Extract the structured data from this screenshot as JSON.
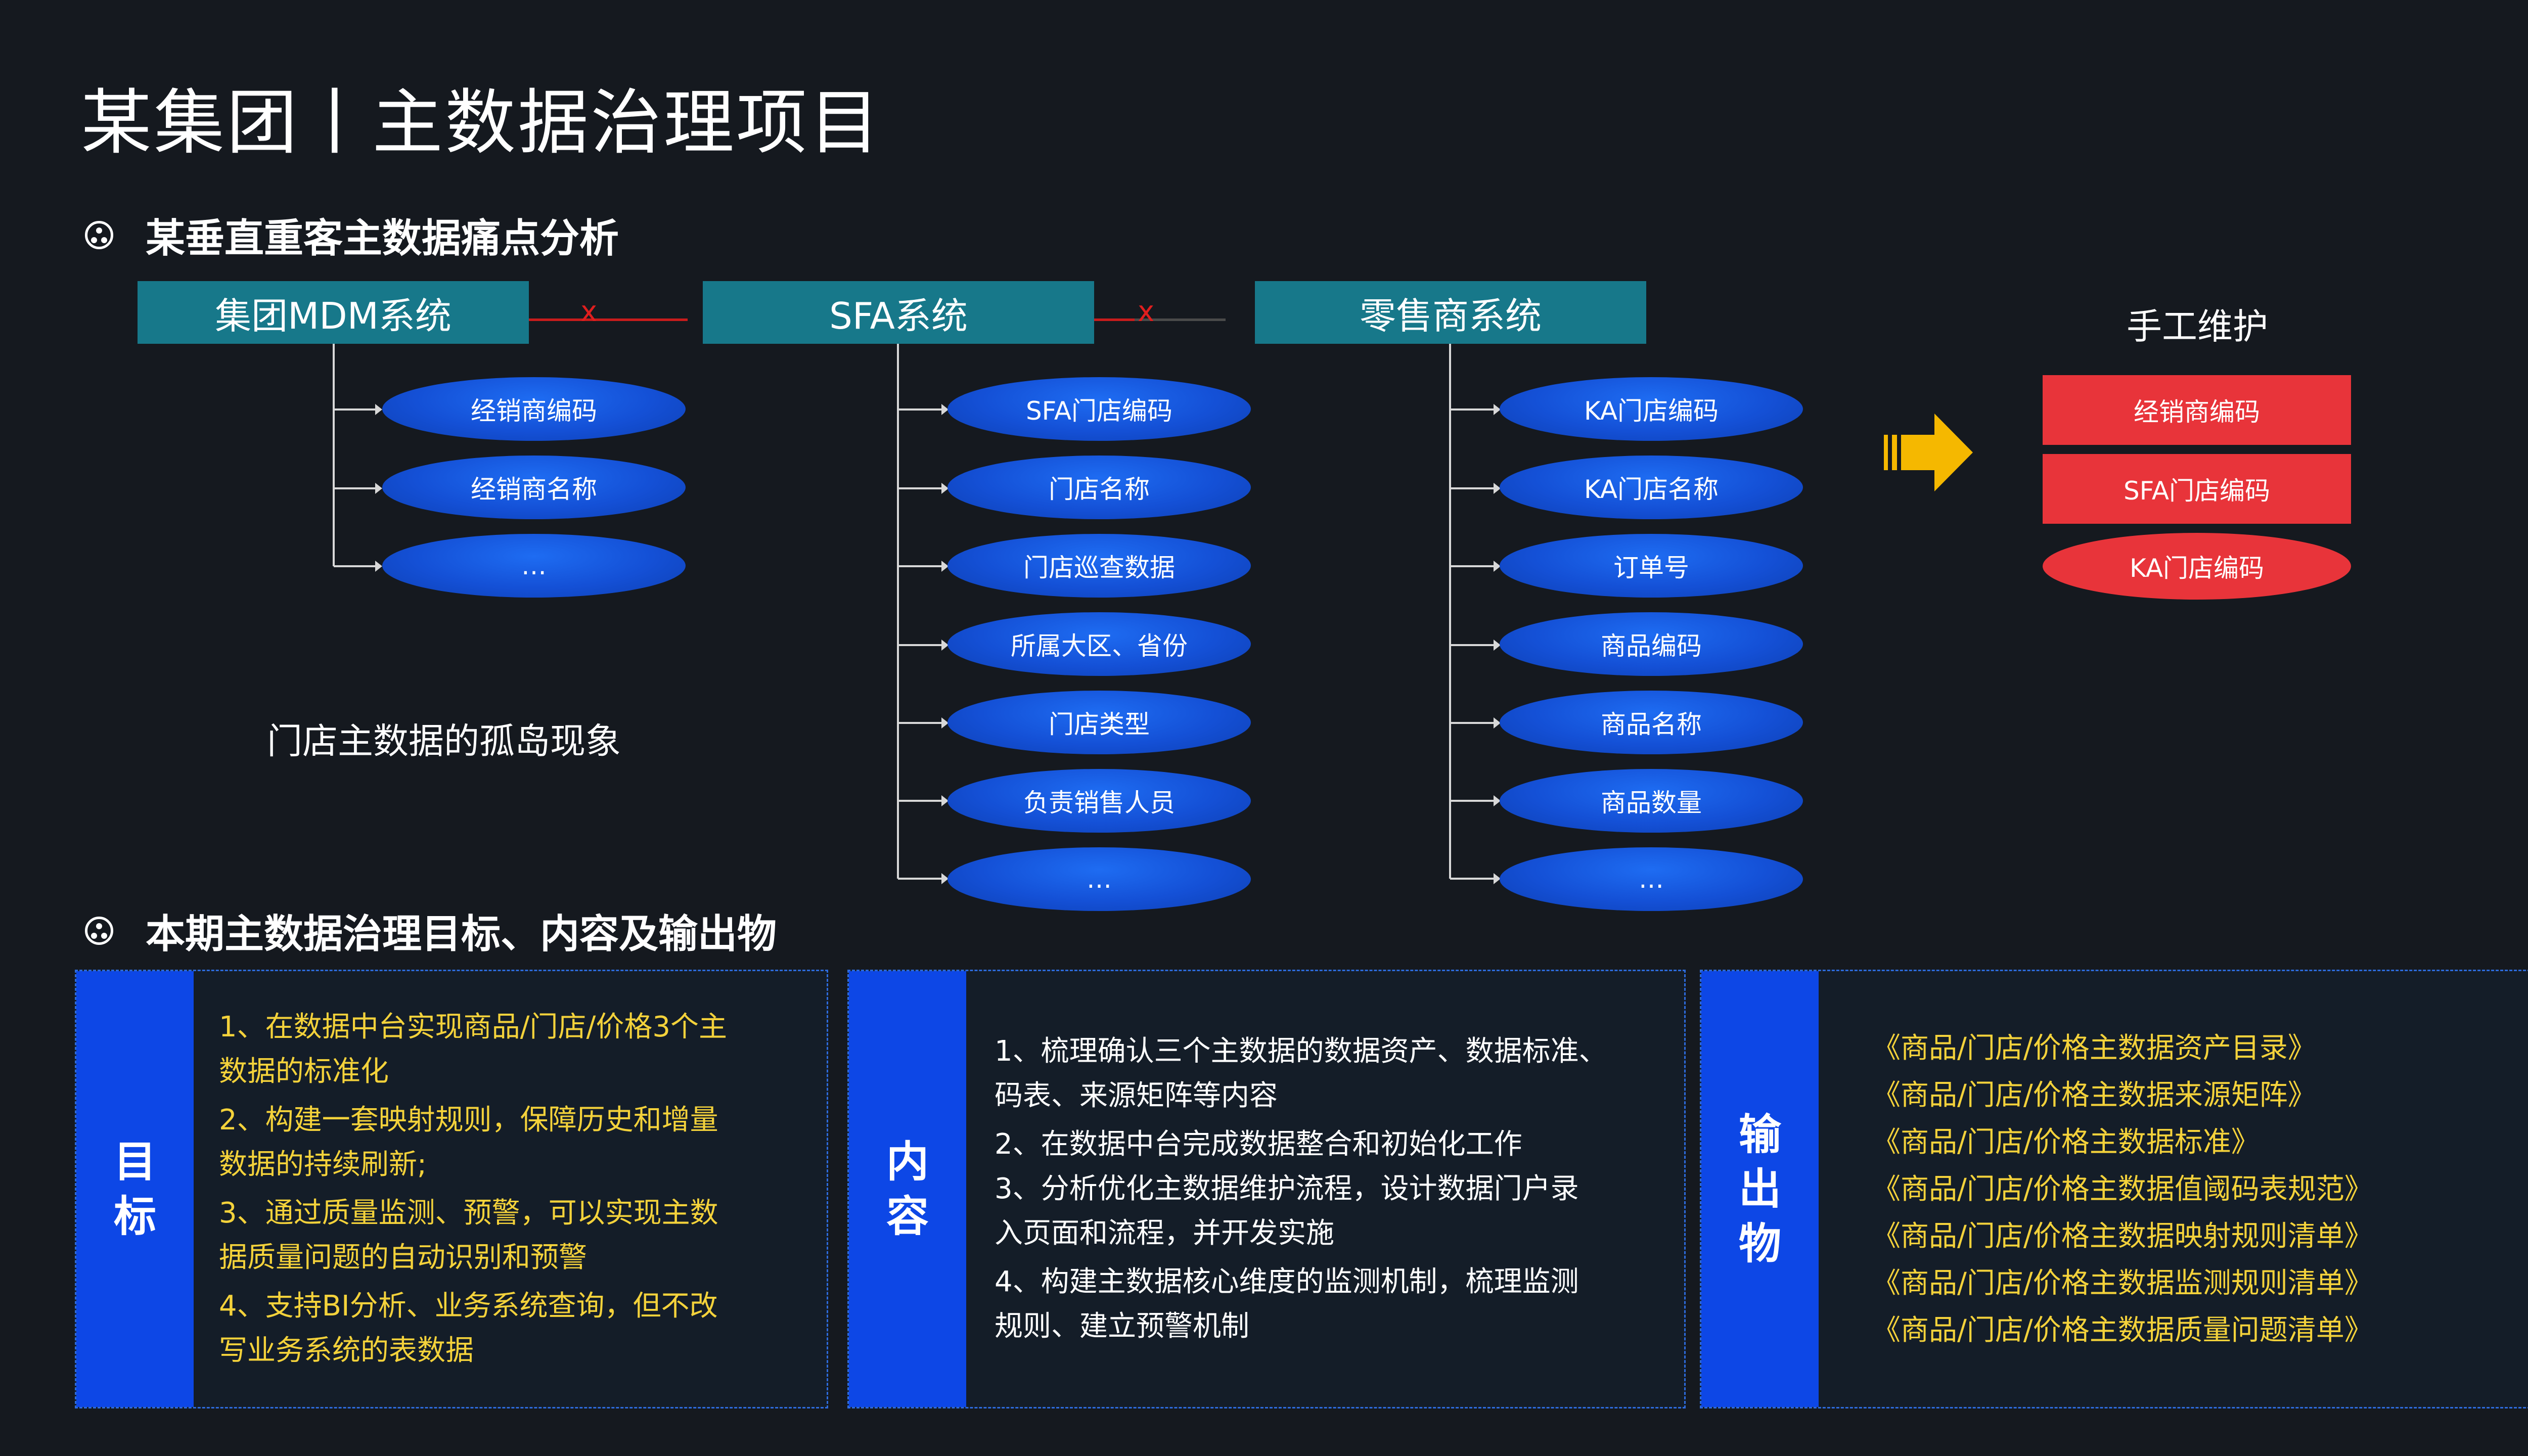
{
  "title": "某集团丨主数据治理项目",
  "section1": {
    "title": "某垂直重客主数据痛点分析"
  },
  "section2": {
    "title": "本期主数据治理目标、内容及输出物"
  },
  "systems": [
    {
      "name": "集团MDM系统",
      "items": [
        "经销商编码",
        "经销商名称",
        "…"
      ]
    },
    {
      "name": "SFA系统",
      "items": [
        "SFA门店编码",
        "门店名称",
        "门店巡查数据",
        "所属大区、省份",
        "门店类型",
        "负责销售人员",
        "…"
      ]
    },
    {
      "name": "零售商系统",
      "items": [
        "KA门店编码",
        "KA门店名称",
        "订单号",
        "商品编码",
        "商品名称",
        "商品数量",
        "…"
      ]
    }
  ],
  "link_marks": [
    "x",
    "x"
  ],
  "island_caption": "门店主数据的孤岛现象",
  "manual": {
    "label": "手工维护",
    "items": [
      "经销商编码",
      "SFA门店编码",
      "KA门店编码"
    ]
  },
  "panels": {
    "goal": {
      "header": "目标",
      "lines": [
        "1、在数据中台实现商品/门店/价格3个主",
        "数据的标准化",
        "2、构建一套映射规则，保障历史和增量",
        "数据的持续刷新;",
        "3、通过质量监测、预警，可以实现主数",
        "据质量问题的自动识别和预警",
        "4、支持BI分析、业务系统查询，但不改",
        "写业务系统的表数据"
      ]
    },
    "content": {
      "header": "内容",
      "lines": [
        "1、梳理确认三个主数据的数据资产、数据标准、",
        "码表、来源矩阵等内容",
        "2、在数据中台完成数据整合和初始化工作",
        "3、分析优化主数据维护流程，设计数据门户录",
        "入页面和流程，并开发实施",
        "4、构建主数据核心维度的监测机制，梳理监测",
        "规则、建立预警机制"
      ]
    },
    "output": {
      "header": "输出物",
      "lines": [
        "《商品/门店/价格主数据资产目录》",
        "《商品/门店/价格主数据来源矩阵》",
        "《商品/门店/价格主数据标准》",
        "《商品/门店/价格主数据值阈码表规范》",
        "《商品/门店/价格主数据映射规则清单》",
        "《商品/门店/价格主数据监测规则清单》",
        "《商品/门店/价格主数据质量问题清单》"
      ]
    }
  },
  "colors": {
    "background": "#15191f",
    "system_box": "#17788a",
    "oval_blue": "#1450d6",
    "panel_header": "#0d47e6",
    "manual_red": "#e8343a",
    "yellow_text": "#f4d23b",
    "arrow": "#f5b800"
  }
}
